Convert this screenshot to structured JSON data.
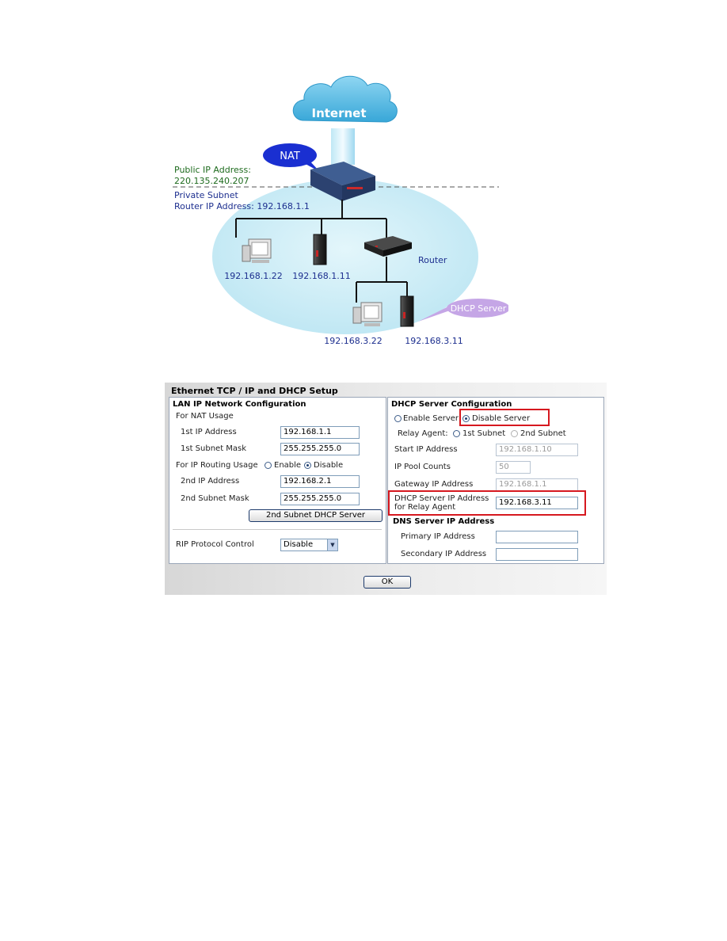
{
  "diagram": {
    "cloud_label": "Internet",
    "nat_label": "NAT",
    "public_ip_label": "Public IP Address:",
    "public_ip_value": "220.135.240.207",
    "private_subnet_label": "Private Subnet",
    "router_ip_label": "Router IP Address: 192.168.1.1",
    "router_label": "Router",
    "dhcp_server_label": "DHCP Server",
    "host_1": "192.168.1.22",
    "host_2": "192.168.1.11",
    "host_3": "192.168.3.22",
    "host_4": "192.168.3.11",
    "colors": {
      "public": "#1e6b1e",
      "private": "#1d2f8f",
      "bubble": "#1a2fd1",
      "dhcp_bubble": "#c5a6e6",
      "lan": "#cbecf6"
    }
  },
  "panel": {
    "title": "Ethernet TCP / IP and DHCP Setup",
    "lan": {
      "title": "LAN IP Network Configuration",
      "nat_usage": "For NAT Usage",
      "ip1_label": "1st IP Address",
      "ip1_value": "192.168.1.1",
      "mask1_label": "1st Subnet Mask",
      "mask1_value": "255.255.255.0",
      "routing_label": "For IP Routing Usage",
      "enable_label": "Enable",
      "disable_label": "Disable",
      "ip2_label": "2nd IP Address",
      "ip2_value": "192.168.2.1",
      "mask2_label": "2nd Subnet Mask",
      "mask2_value": "255.255.255.0",
      "dhcp2_button": "2nd Subnet DHCP Server",
      "rip_label": "RIP Protocol Control",
      "rip_value": "Disable"
    },
    "dhcp": {
      "title": "DHCP Server Configuration",
      "enable_server": "Enable Server",
      "disable_server": "Disable Server",
      "relay_agent": "Relay Agent:",
      "subnet1": "1st Subnet",
      "subnet2": "2nd Subnet",
      "start_ip_label": "Start IP Address",
      "start_ip_value": "192.168.1.10",
      "pool_label": "IP Pool Counts",
      "pool_value": "50",
      "gateway_label": "Gateway IP Address",
      "gateway_value": "192.168.1.1",
      "relay_ip_label_1": "DHCP Server IP Address",
      "relay_ip_label_2": "for Relay Agent",
      "relay_ip_value": "192.168.3.11",
      "dns_title": "DNS Server IP Address",
      "primary_label": "Primary IP Address",
      "primary_value": "",
      "secondary_label": "Secondary IP Address",
      "secondary_value": ""
    },
    "ok_button": "OK",
    "highlight_color": "#d6181f"
  }
}
